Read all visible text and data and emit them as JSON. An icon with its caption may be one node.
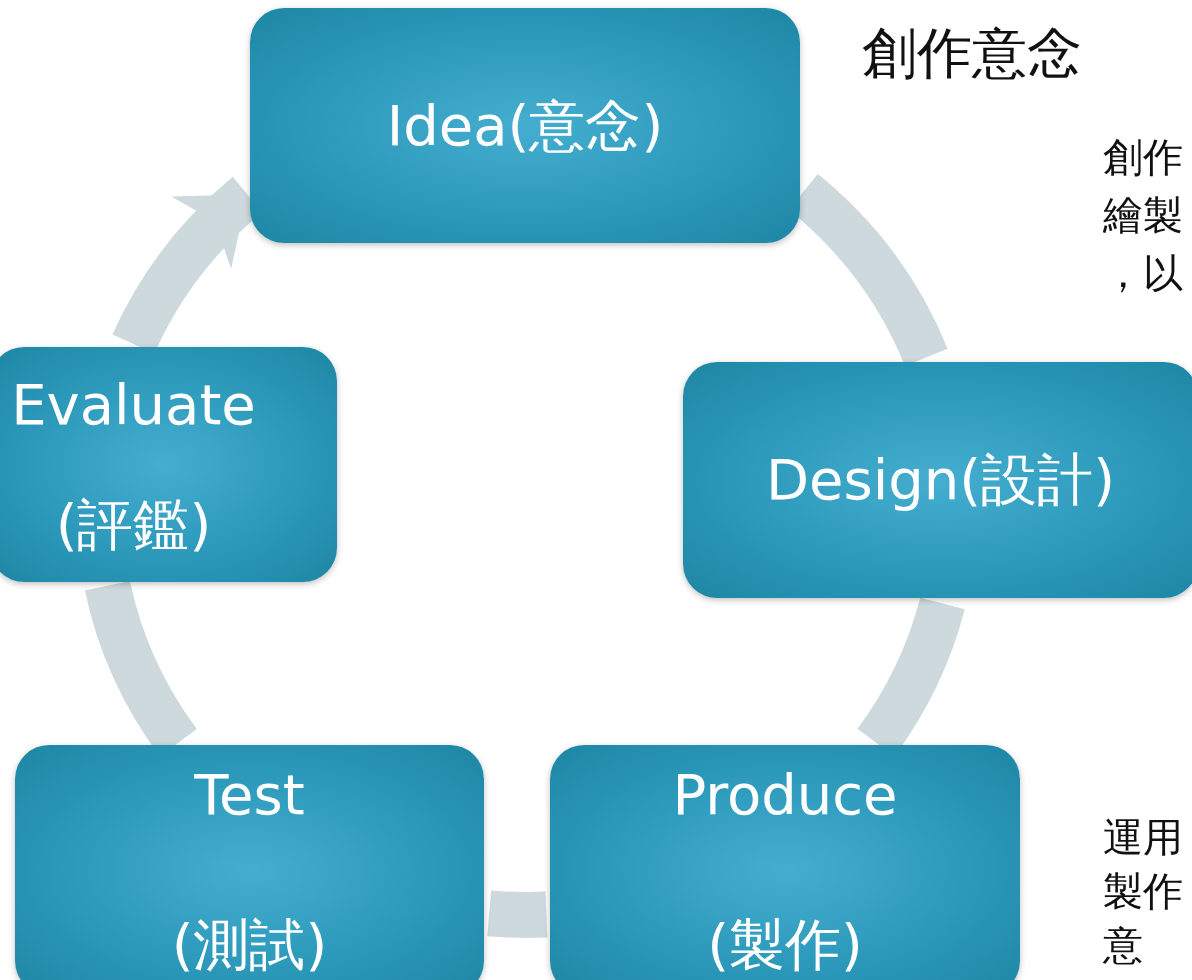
{
  "diagram": {
    "nodes": [
      {
        "text": [
          "Idea(意念)"
        ]
      },
      {
        "text": [
          "Design(設計)"
        ]
      },
      {
        "text": [
          "Produce",
          "(製作)"
        ]
      },
      {
        "text": [
          "Test",
          "(測試)"
        ]
      },
      {
        "text": [
          "Evaluate",
          "(評鑑)"
        ]
      }
    ],
    "edges": [
      {
        "from": 0,
        "to": 1,
        "arrow": "none"
      },
      {
        "from": 1,
        "to": 2,
        "arrow": "none"
      },
      {
        "from": 2,
        "to": 3,
        "arrow": "none"
      },
      {
        "from": 3,
        "to": 4,
        "arrow": "none"
      },
      {
        "from": 4,
        "to": 0,
        "arrow": "to"
      }
    ],
    "labels": [
      "創作意念",
      "創作繪製，以",
      "運用製作意"
    ]
  }
}
